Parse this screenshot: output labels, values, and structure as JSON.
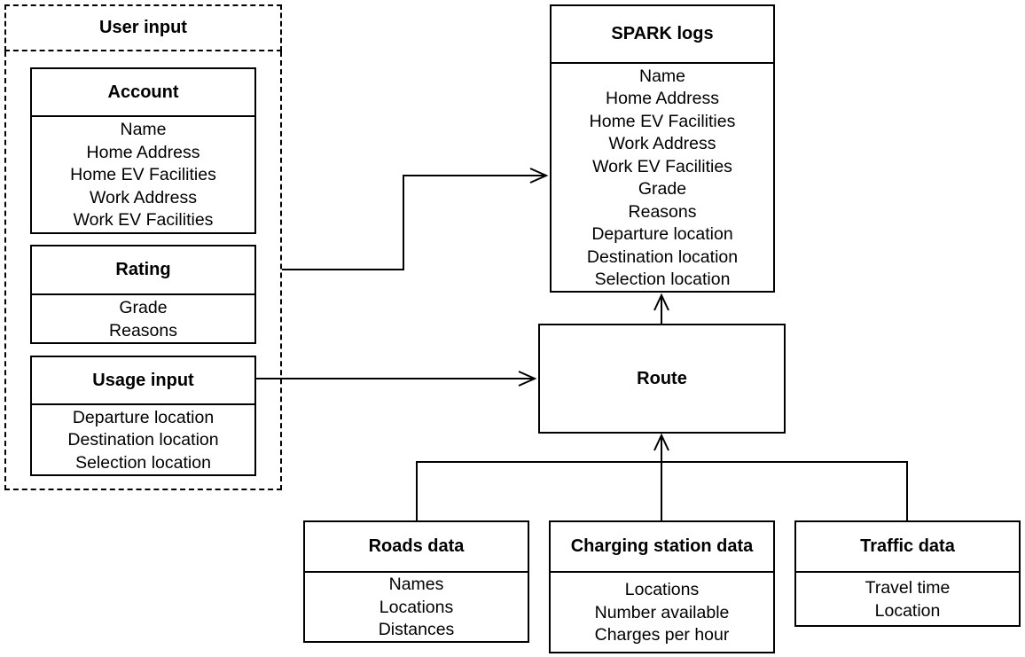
{
  "user_input": {
    "title": "User input",
    "account": {
      "title": "Account",
      "items": [
        "Name",
        "Home Address",
        "Home EV Facilities",
        "Work Address",
        "Work EV Facilities"
      ]
    },
    "rating": {
      "title": "Rating",
      "items": [
        "Grade",
        "Reasons"
      ]
    },
    "usage_input": {
      "title": "Usage input",
      "items": [
        "Departure location",
        "Destination location",
        "Selection location"
      ]
    }
  },
  "spark_logs": {
    "title": "SPARK logs",
    "items": [
      "Name",
      "Home Address",
      "Home EV Facilities",
      "Work Address",
      "Work EV Facilities",
      "Grade",
      "Reasons",
      "Departure location",
      "Destination location",
      "Selection location"
    ]
  },
  "route": {
    "title": "Route"
  },
  "roads_data": {
    "title": "Roads data",
    "items": [
      "Names",
      "Locations",
      "Distances"
    ]
  },
  "charging_station_data": {
    "title": "Charging station data",
    "items": [
      "Locations",
      "Number available",
      "Charges per hour"
    ]
  },
  "traffic_data": {
    "title": "Traffic data",
    "items": [
      "Travel time",
      "Location"
    ]
  }
}
